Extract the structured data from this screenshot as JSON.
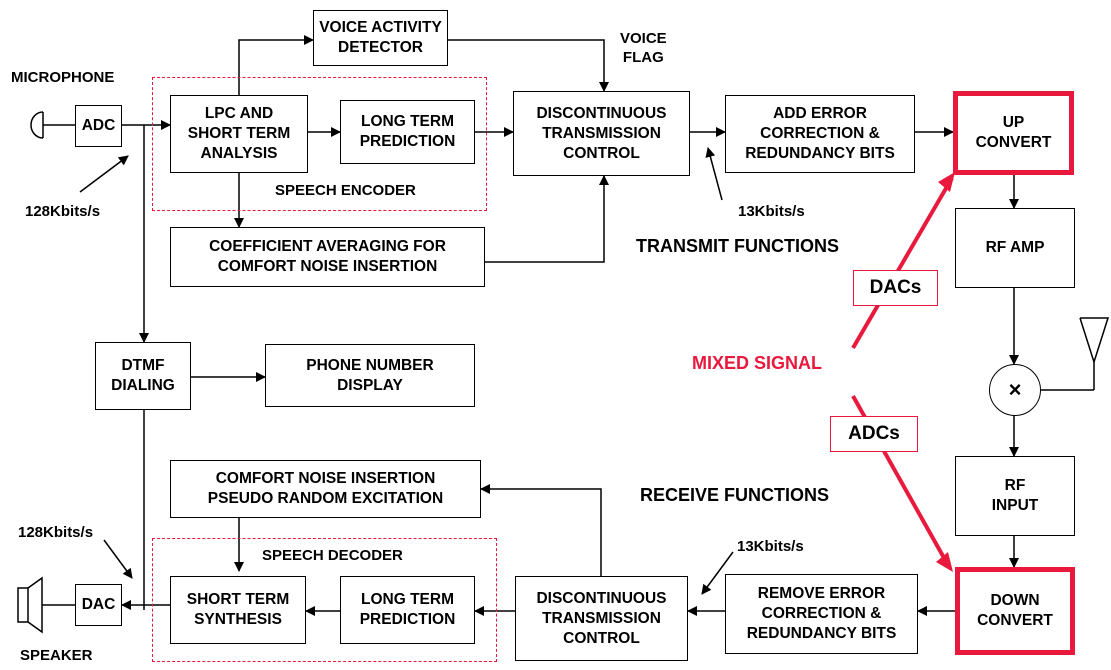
{
  "blocks": {
    "adc": "ADC",
    "dac": "DAC",
    "voice_activity_detector": "VOICE ACTIVITY\nDETECTOR",
    "lpc_short_term_analysis": "LPC AND\nSHORT TERM\nANALYSIS",
    "long_term_prediction_tx": "LONG TERM\nPREDICTION",
    "dtx_control_tx": "DISCONTINUOUS\nTRANSMISSION\nCONTROL",
    "add_error_correction": "ADD ERROR\nCORRECTION &\nREDUNDANCY BITS",
    "up_convert": "UP\nCONVERT",
    "coefficient_averaging": "COEFFICIENT AVERAGING FOR\nCOMFORT NOISE INSERTION",
    "rf_amp": "RF AMP",
    "dtmf_dialing": "DTMF\nDIALING",
    "phone_number_display": "PHONE NUMBER\nDISPLAY",
    "mixer": "×",
    "comfort_noise_insertion": "COMFORT NOISE INSERTION\nPSEUDO RANDOM EXCITATION",
    "rf_input": "RF\nINPUT",
    "short_term_synthesis": "SHORT TERM\nSYNTHESIS",
    "long_term_prediction_rx": "LONG TERM\nPREDICTION",
    "dtx_control_rx": "DISCONTINUOUS\nTRANSMISSION\nCONTROL",
    "remove_error_correction": "REMOVE ERROR\nCORRECTION &\nREDUNDANCY BITS",
    "down_convert": "DOWN\nCONVERT"
  },
  "labels": {
    "microphone": "MICROPHONE",
    "speaker": "SPEAKER",
    "rate_adc": "128Kbits/s",
    "rate_dac": "128Kbits/s",
    "rate_tx": "13Kbits/s",
    "rate_rx": "13Kbits/s",
    "voice_flag": "VOICE\nFLAG",
    "speech_encoder": "SPEECH ENCODER",
    "speech_decoder": "SPEECH DECODER",
    "transmit_functions": "TRANSMIT FUNCTIONS",
    "receive_functions": "RECEIVE FUNCTIONS",
    "mixed_signal": "MIXED SIGNAL",
    "dacs": "DACs",
    "adcs": "ADCs"
  },
  "colors": {
    "accent_red": "#e8193c",
    "line": "#000000"
  }
}
